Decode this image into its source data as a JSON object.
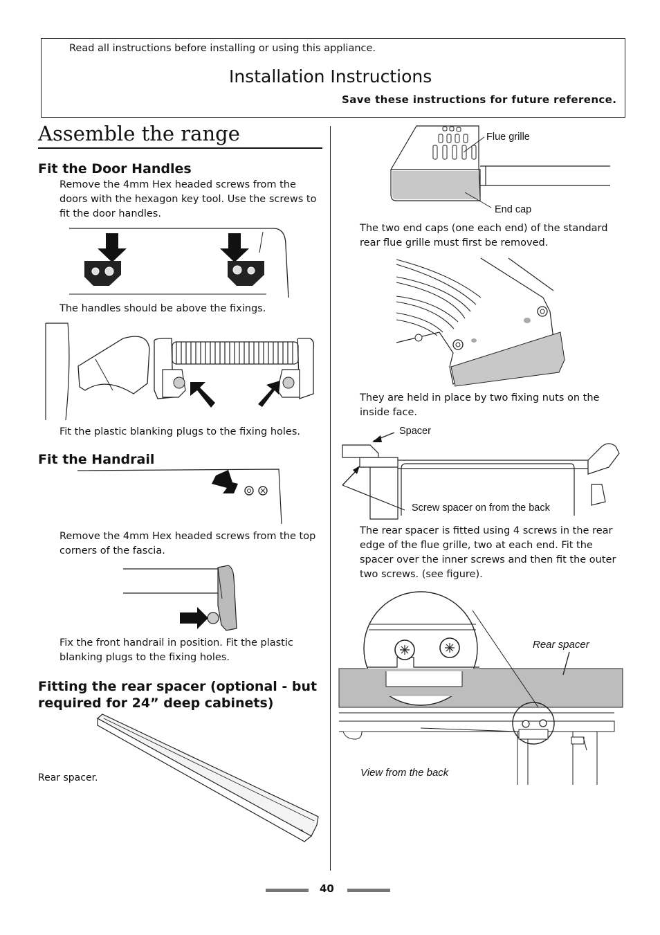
{
  "header": {
    "note": "Read all instructions before installing or using this appliance.",
    "title": "Installation Instructions",
    "save_note": "Save these instructions for future reference."
  },
  "section_title": "Assemble the range",
  "left": {
    "door_handles": {
      "heading": "Fit the Door Handles",
      "p1_lines": [
        "Remove the 4mm Hex headed screws from the",
        "doors with the hexagon key tool. Use the screws to",
        "fit the door handles."
      ],
      "caption_above": "The handles should be above the fixings.",
      "caption_plugs": "Fit the plastic blanking plugs to the fixing holes."
    },
    "handrail": {
      "heading": "Fit the Handrail",
      "p1_lines": [
        "Remove the 4mm Hex headed screws from the top",
        "corners of the fascia."
      ],
      "p2_lines": [
        "Fix the front handrail in position. Fit the plastic",
        "blanking plugs to the fixing holes."
      ]
    },
    "rear_spacer": {
      "heading_lines": [
        "Fitting the rear spacer (optional - but",
        "required for 24” deep cabinets)"
      ],
      "caption": "Rear spacer."
    }
  },
  "right": {
    "flue_figure": {
      "label_grille": "Flue grille",
      "label_endcap": "End cap"
    },
    "p_endcaps_lines": [
      "The two end caps (one each end) of the standard",
      "rear flue grille must first be removed."
    ],
    "p_nuts_lines": [
      "They are held in place by two fixing nuts on the",
      "inside face."
    ],
    "spacer_figure": {
      "label_spacer": "Spacer",
      "label_screw": "Screw spacer on from the back"
    },
    "p_spacer_lines": [
      "The rear spacer is fitted using 4 screws in the rear",
      "edge of the flue grille, two at each end. Fit the",
      "spacer over the inner screws and then fit the outer",
      "two screws. (see figure)."
    ],
    "back_figure": {
      "label_rear_spacer": "Rear spacer",
      "label_view": "View from the back"
    }
  },
  "page_number": "40"
}
